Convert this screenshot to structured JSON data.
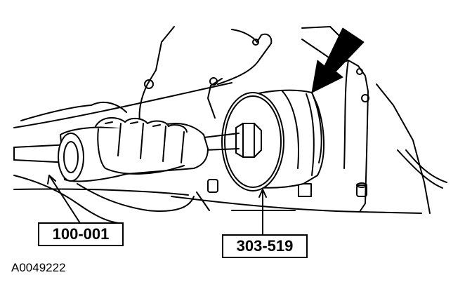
{
  "callouts": {
    "slide_hammer": "100-001",
    "seal_remover": "303-519"
  },
  "figure_id": "A0049222",
  "colors": {
    "line": "#000000",
    "background": "#ffffff"
  }
}
